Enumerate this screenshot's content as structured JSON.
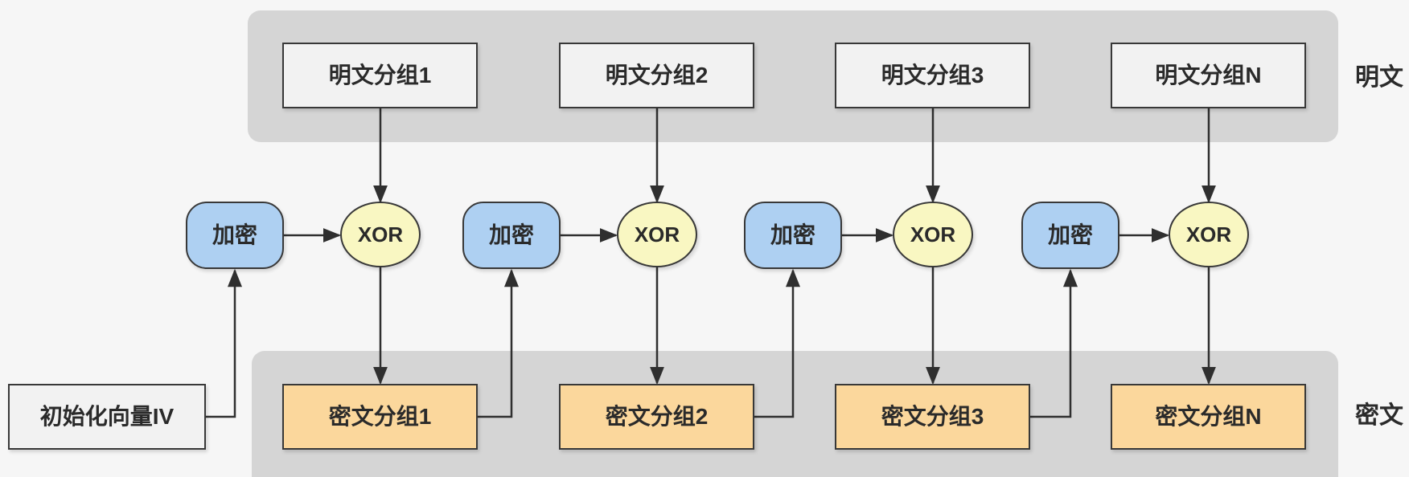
{
  "diagram": {
    "type": "block-cipher-cfb-mode-flow",
    "band_labels": {
      "plaintext": "明文",
      "ciphertext": "密文"
    },
    "iv_label": "初始化向量IV",
    "columns": [
      {
        "plain": "明文分组1",
        "encrypt": "加密",
        "xor": "XOR",
        "cipher": "密文分组1"
      },
      {
        "plain": "明文分组2",
        "encrypt": "加密",
        "xor": "XOR",
        "cipher": "密文分组2"
      },
      {
        "plain": "明文分组3",
        "encrypt": "加密",
        "xor": "XOR",
        "cipher": "密文分组3"
      },
      {
        "plain": "明文分组N",
        "encrypt": "加密",
        "xor": "XOR",
        "cipher": "密文分组N"
      }
    ],
    "colors": {
      "background": "#f6f6f6",
      "band_fill": "#d5d5d5",
      "plain_box_fill": "#f2f2f2",
      "encrypt_fill": "#aed0f2",
      "xor_fill": "#f9f7c2",
      "cipher_fill": "#fbd79c",
      "border": "#383838",
      "arrow": "#2f2f2f",
      "text": "#2a2a2a"
    }
  }
}
